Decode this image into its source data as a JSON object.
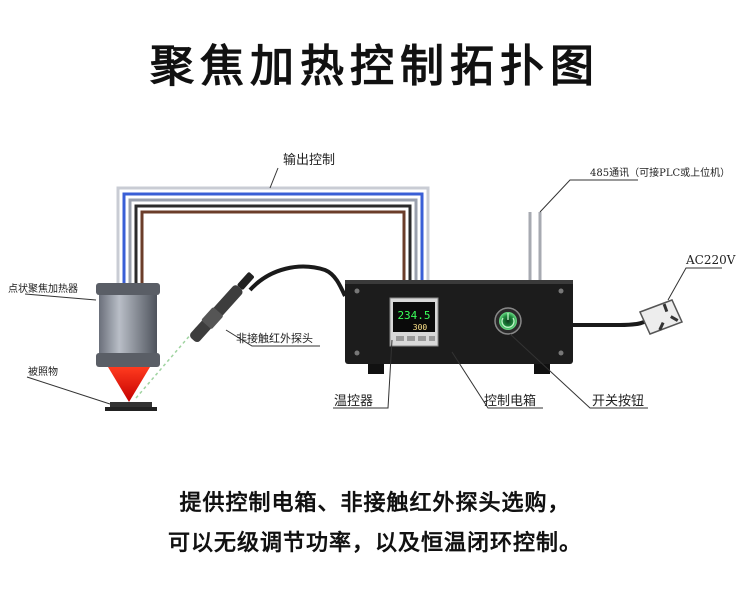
{
  "title": "聚焦加热控制拓扑图",
  "labels": {
    "output_control": "输出控制",
    "rs485": "485通讯（可接PLC或上位机）",
    "ac": "AC220V",
    "heater": "点状聚焦加热器",
    "probe": "非接触红外探头",
    "target": "被照物",
    "temp_controller": "温控器",
    "control_box": "控制电箱",
    "switch": "开关按钮"
  },
  "controller": {
    "pv": "234.5",
    "sv": "300"
  },
  "description": {
    "line1": "提供控制电箱、非接触红外探头选购，",
    "line2": "可以无级调节功率，以及恒温闭环控制。"
  }
}
